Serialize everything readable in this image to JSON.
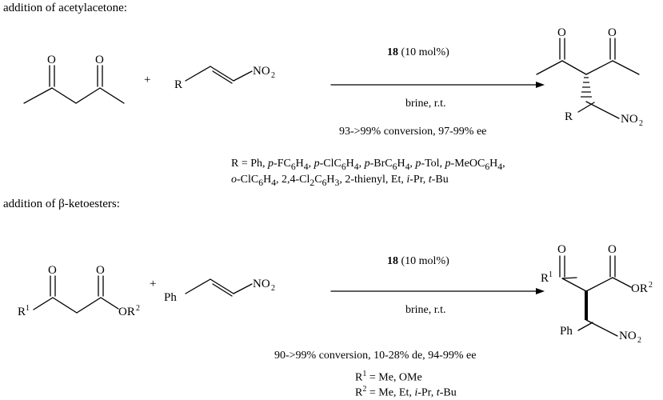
{
  "rxn1": {
    "header": "addition of acetylacetone:",
    "plus": "+",
    "catalyst_bold": "18",
    "catalyst_rest": " (10 mol%)",
    "conditions": "brine, r.t.",
    "result": "93->99% conversion, 97-99% ee",
    "scope_line1_parts": [
      "R = Ph, ",
      "p",
      "-FC",
      "6",
      "H",
      "4",
      ", ",
      "p",
      "-ClC",
      "6",
      "H",
      "4",
      ", ",
      "p",
      "-BrC",
      "6",
      "H",
      "4",
      ", ",
      "p",
      "-Tol, ",
      "p",
      "-MeOC",
      "6",
      "H",
      "4",
      ","
    ],
    "scope_line2_parts": [
      "o",
      "-ClC",
      "6",
      "H",
      "4",
      ", 2,4-Cl",
      "2",
      "C",
      "6",
      "H",
      "3",
      ", 2-thienyl, Et, ",
      "i",
      "-Pr, ",
      "t",
      "-Bu"
    ],
    "atoms": {
      "O": "O",
      "R": "R",
      "NO": "NO",
      "two": "2"
    }
  },
  "rxn2": {
    "header": "addition of β-ketoesters:",
    "plus": "+",
    "catalyst_bold": "18",
    "catalyst_rest": " (10 mol%)",
    "conditions": "brine, r.t.",
    "result": "90->99% conversion, 10-28% de, 94-99% ee",
    "r1_line": [
      "R",
      "1",
      " = Me, OMe"
    ],
    "r2_line": [
      "R",
      "2",
      " = Me, Et, ",
      "i",
      "-Pr, ",
      "t",
      "-Bu"
    ],
    "atoms": {
      "O": "O",
      "R": "R",
      "one": "1",
      "two": "2",
      "OR": "OR",
      "Ph": "Ph",
      "NO": "NO"
    }
  }
}
